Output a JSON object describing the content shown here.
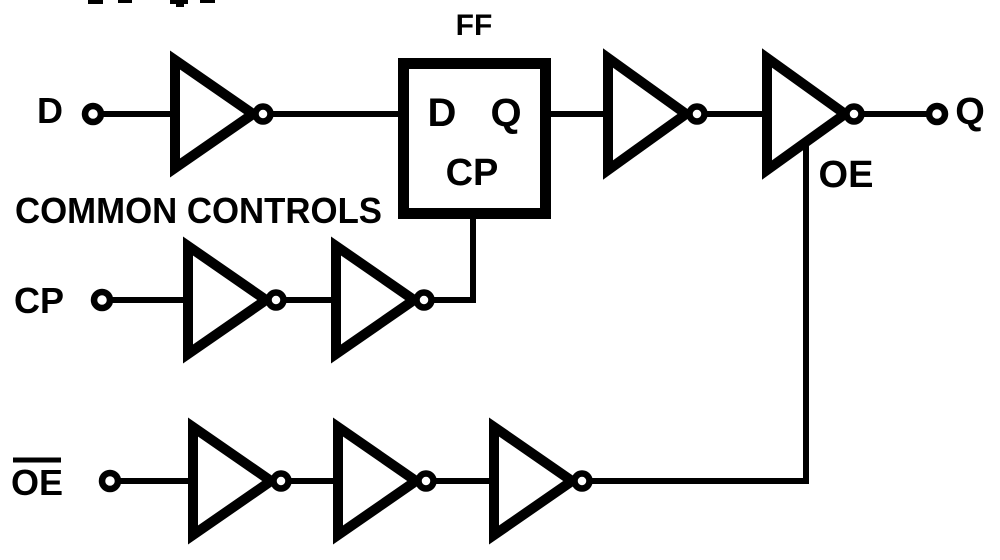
{
  "colors": {
    "line": "#000000",
    "background": "#ffffff"
  },
  "labels": {
    "ff_title": "FF",
    "common_controls": "COMMON CONTROLS",
    "input_d": "D",
    "input_cp": "CP",
    "input_oe": "OE",
    "input_oe_overline": true,
    "ff_pin_d": "D",
    "ff_pin_q": "Q",
    "ff_pin_cp": "CP",
    "enable_oe": "OE",
    "output_q": "Q"
  },
  "structure": {
    "type": "logic-circuit-diagram",
    "flip_flop": "FF",
    "buffer_counts": {
      "d_input_path": 1,
      "post_ff_output_path": 2,
      "cp_clock_path": 2,
      "oe_enable_path": 3
    },
    "notes": "Last output buffer is three-state, enabled by OE line; OE input label is drawn with an overline (active low); top edge shows cropped remnants of a text line."
  }
}
